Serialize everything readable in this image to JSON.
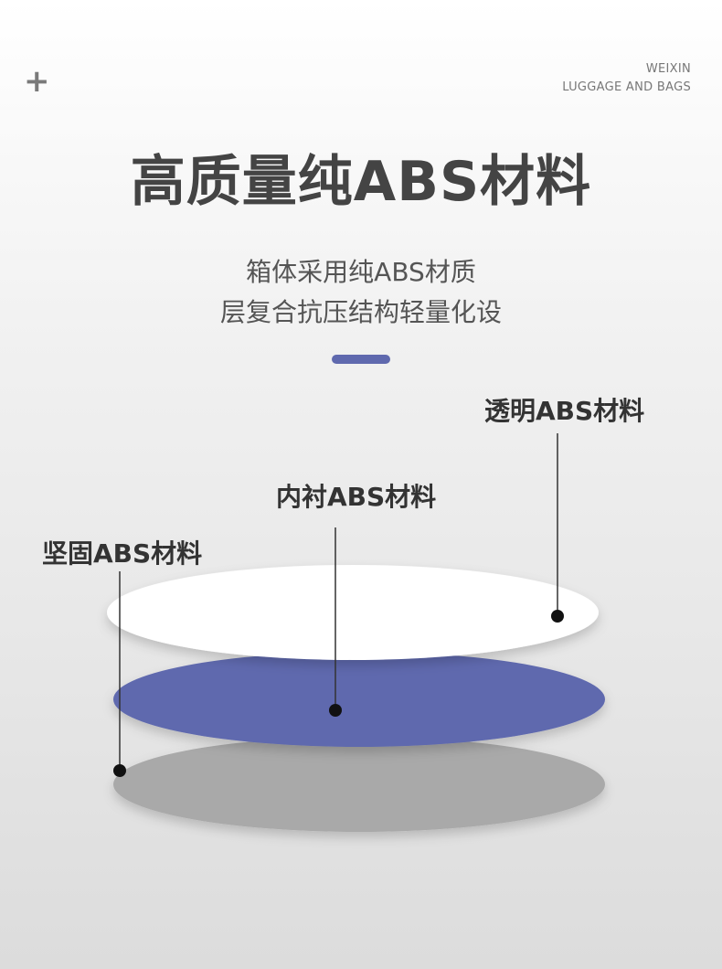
{
  "header": {
    "plus": "+",
    "brand_line1": "WEIXIN",
    "brand_line2": "LUGGAGE AND BAGS"
  },
  "title": "高质量纯ABS材料",
  "subtitle_lines": [
    "箱体采用纯ABS材质",
    "层复合抗压结构轻量化设"
  ],
  "colors": {
    "accent": "#5f69ae",
    "top_layer": "#ffffff",
    "middle_layer": "#5f69ae",
    "bottom_layer": "#a9a9a9"
  },
  "layers": [
    {
      "id": "top",
      "label": "透明ABS材料"
    },
    {
      "id": "middle",
      "label": "内衬ABS材料"
    },
    {
      "id": "bottom",
      "label": "坚固ABS材料"
    }
  ]
}
